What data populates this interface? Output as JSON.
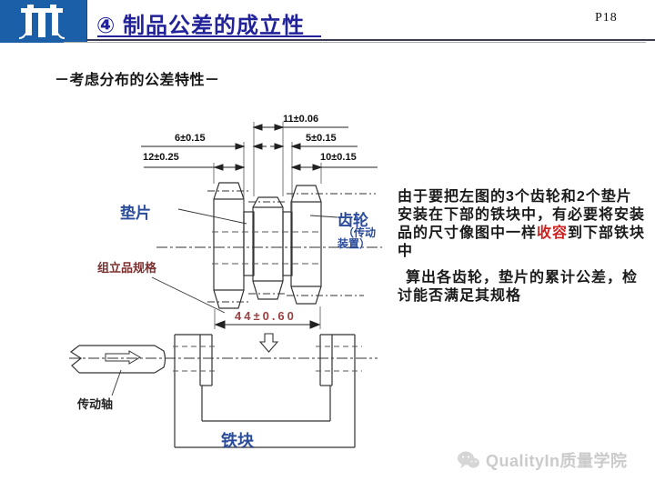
{
  "header": {
    "title": "④ 制品公差的成立性",
    "page_number": "P18",
    "brand_color": "#1a5fa8",
    "title_color": "#22229a"
  },
  "subtitle": "－考虑分布的公差特性－",
  "diagram": {
    "dimensions": {
      "d11": "11±0.06",
      "d6": "6±0.15",
      "d5": "5±0.15",
      "d12": "12±0.25",
      "d10": "10±0.15",
      "d44": "44±0.60"
    },
    "labels": {
      "spacer": "垫片",
      "gear": "齿轮",
      "gear_sub1": "（传动",
      "gear_sub2": "装置）",
      "assembly_spec": "组立品规格",
      "drive_shaft": "传动轴",
      "iron_block": "铁块"
    },
    "colors": {
      "label_blue": "#2b4b9b",
      "spec_red": "#7b3030",
      "dim_red": "#9b4040",
      "line_dark": "#333333"
    }
  },
  "description": {
    "para1_line1": "由于要把左图的3个齿轮和2个垫片",
    "para1_line2": "安装在下部的铁块中，有必要将安装",
    "para1_line3_pre": "品的尺寸像图中一样",
    "para1_line3_highlight": "收容",
    "para1_line3_post": "到下部铁块",
    "para1_line4": "中",
    "para2_line1": "算出各齿轮，垫片的累计公差，检",
    "para2_line2": "讨能否满足其规格",
    "highlight_color": "#cc2222"
  },
  "watermark": {
    "logo": "wechat-icon",
    "text": "QualityIn质量学院"
  }
}
